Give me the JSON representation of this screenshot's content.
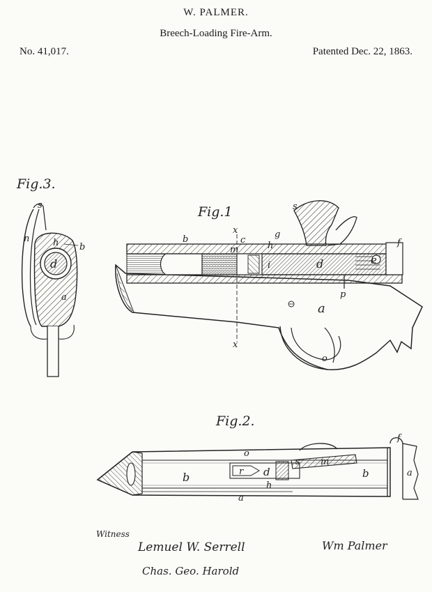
{
  "header": {
    "inventor": "W. PALMER.",
    "title": "Breech-Loading Fire-Arm.",
    "number": "No. 41,017.",
    "date": "Patented Dec. 22, 1863."
  },
  "figures": {
    "fig1": "Fig.1",
    "fig2": "Fig.2.",
    "fig3": "Fig.3."
  },
  "fig1_labels": {
    "x_top": "x",
    "c": "c",
    "b": "b",
    "m": "m",
    "g": "g",
    "h": "h",
    "i": "i",
    "d": "d",
    "e": "e",
    "f": "f",
    "s": "s",
    "a": "a",
    "p": "p",
    "o": "o",
    "x_bottom": "x"
  },
  "fig2_labels": {
    "o": "o",
    "f": "f",
    "b1": "b",
    "r": "r",
    "d": "d",
    "h": "h",
    "m": "m",
    "b2": "b",
    "a1": "a",
    "a2": "a",
    "s": "s"
  },
  "fig3_labels": {
    "s": "s",
    "n": "n",
    "h": "h",
    "b": "b",
    "d": "d",
    "a": "a"
  },
  "signatures": {
    "witness_label": "Witness",
    "witness_1": "Lemuel W. Serrell",
    "witness_2": "Chas. Geo. Harold",
    "inventor_sig": "Wm Palmer"
  }
}
